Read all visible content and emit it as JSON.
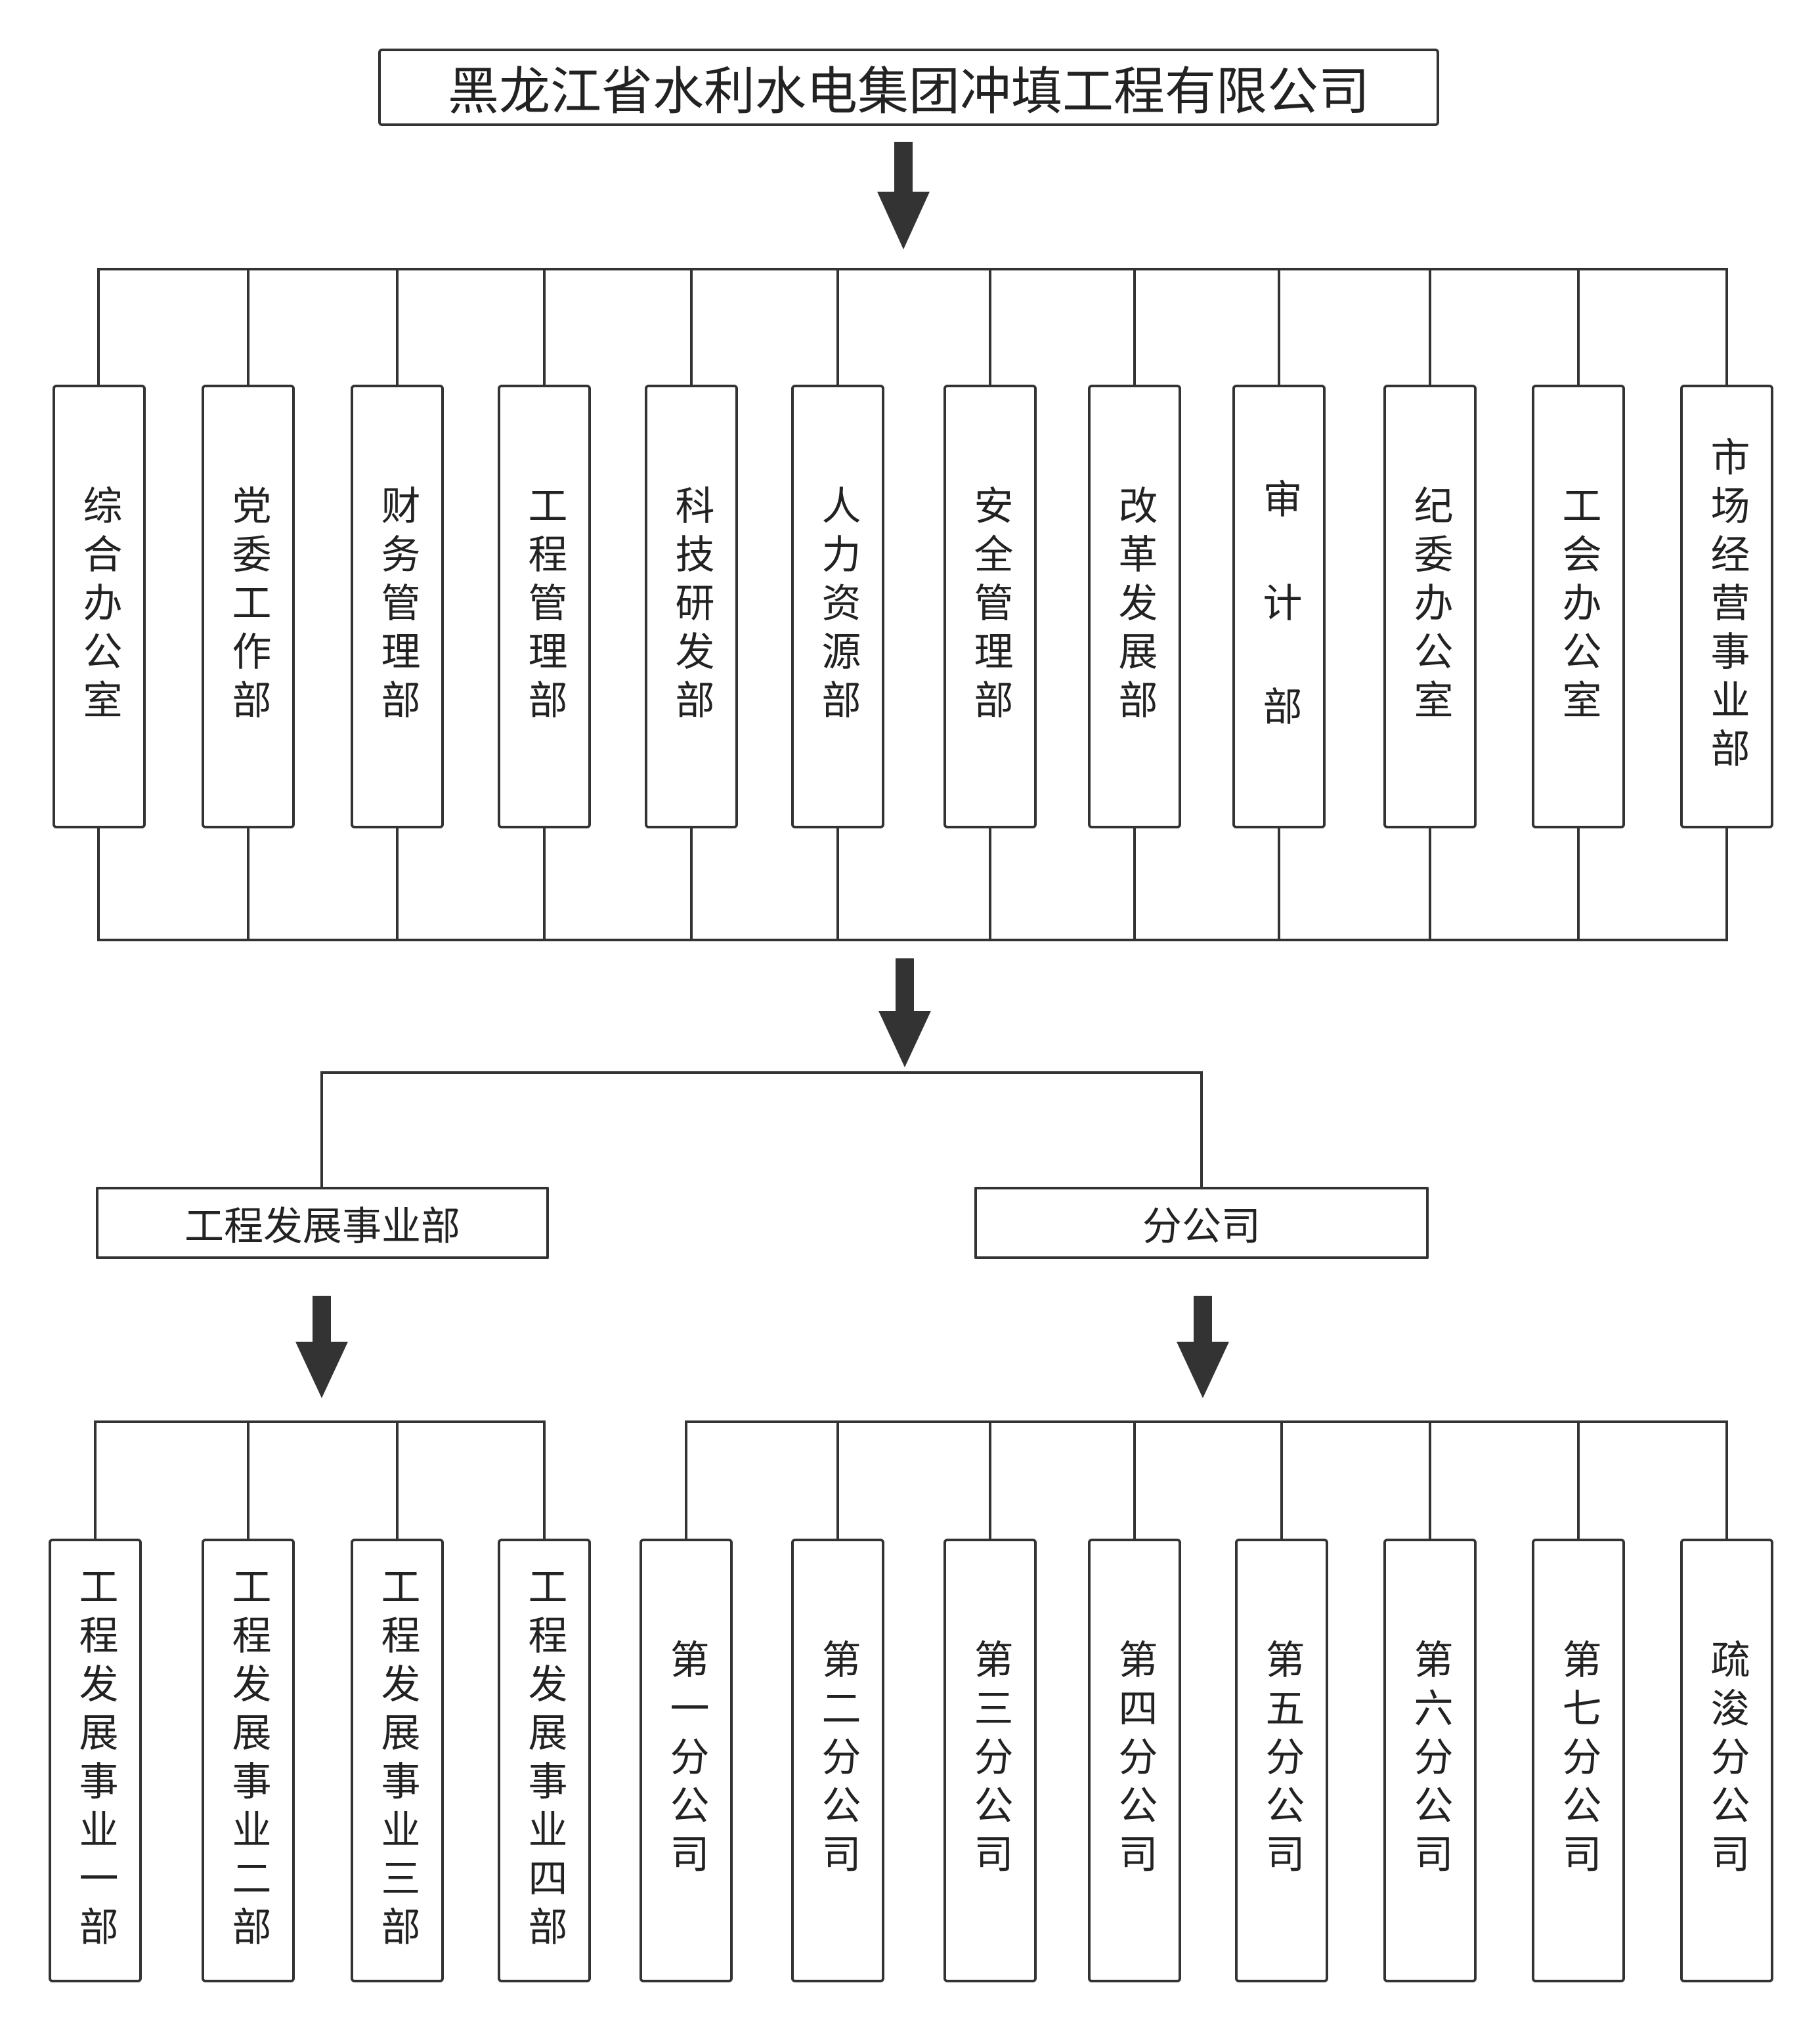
{
  "company": "黑龙江省水利水电集团冲填工程有限公司",
  "departments": [
    "综合办公室",
    "党委工作部",
    "财务管理部",
    "工程管理部",
    "科技研发部",
    "人力资源部",
    "安全管理部",
    "改革发展部",
    "审 计 部",
    "纪委办公室",
    "工会办公室",
    "市场经营事业部"
  ],
  "divisions": {
    "engineering": {
      "label": "工程发展事业部",
      "units": [
        "工程发展事业一部",
        "工程发展事业二部",
        "工程发展事业三部",
        "工程发展事业四部"
      ]
    },
    "branches": {
      "label": "分公司",
      "units": [
        "第一分公司",
        "第二分公司",
        "第三分公司",
        "第四分公司",
        "第五分公司",
        "第六分公司",
        "第七分公司",
        "疏浚分公司"
      ]
    }
  }
}
